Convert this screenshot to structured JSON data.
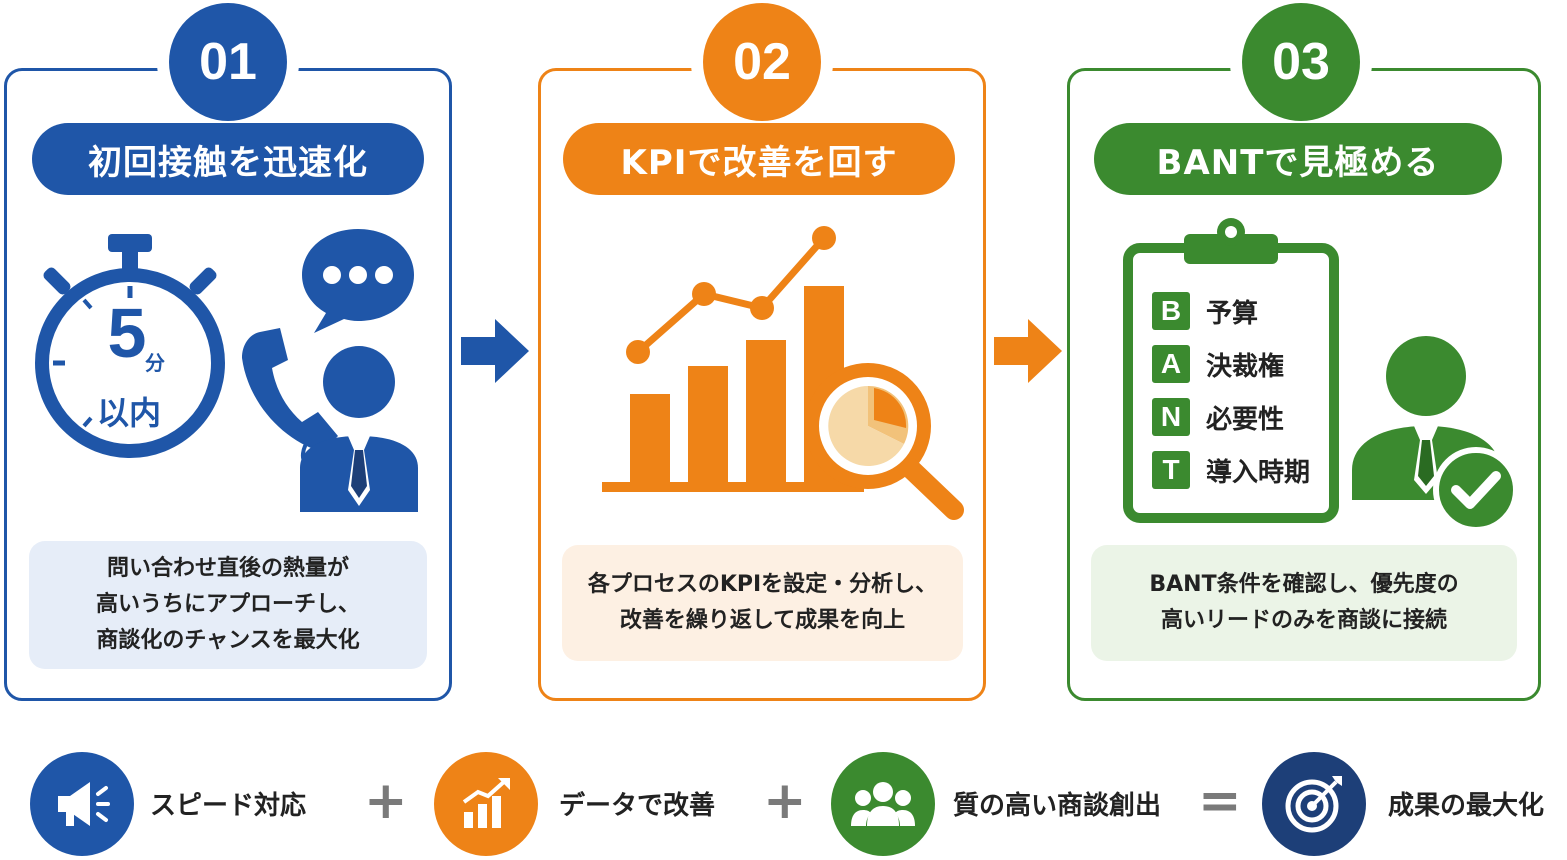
{
  "colors": {
    "blue": "#1f56a8",
    "orange": "#ee8317",
    "green": "#3b8a2f",
    "navy": "#1d3f78",
    "gray": "#7a7a7a"
  },
  "steps": [
    {
      "number": "01",
      "title": "初回接触を迅速化",
      "timer_value": "5",
      "timer_unit": "分",
      "timer_suffix": "以内",
      "desc_lines": [
        "問い合わせ直後の熱量が",
        "高いうちにアプローチし、",
        "商談化のチャンスを最大化"
      ]
    },
    {
      "number": "02",
      "title": "KPIで改善を回す",
      "desc_lines": [
        "各プロセスのKPIを設定・分析し、",
        "改善を繰り返して成果を向上"
      ]
    },
    {
      "number": "03",
      "title": "BANTで見極める",
      "checklist": [
        {
          "letter": "B",
          "label": "予算"
        },
        {
          "letter": "A",
          "label": "決裁権"
        },
        {
          "letter": "N",
          "label": "必要性"
        },
        {
          "letter": "T",
          "label": "導入時期"
        }
      ],
      "desc_lines": [
        "BANT条件を確認し、優先度の",
        "高いリードのみを商談に接続"
      ]
    }
  ],
  "formula": {
    "items": [
      {
        "label": "スピード対応",
        "icon": "megaphone-icon"
      },
      {
        "label": "データで改善",
        "icon": "growth-chart-icon"
      },
      {
        "label": "質の高い商談創出",
        "icon": "team-icon"
      },
      {
        "label": "成果の最大化",
        "icon": "target-icon"
      }
    ],
    "plus": "+",
    "equals": "="
  }
}
